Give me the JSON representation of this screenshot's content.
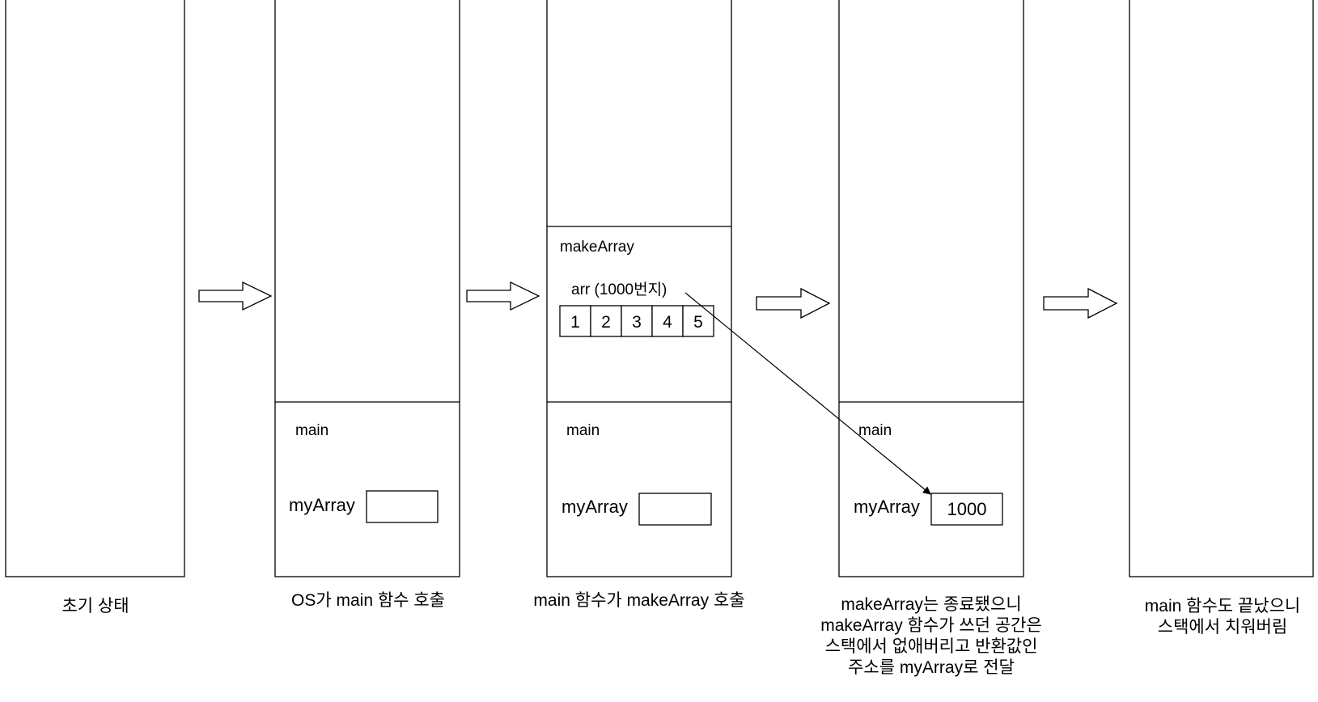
{
  "frames": {
    "make_array": "makeArray",
    "main": "main"
  },
  "arr_label": "arr (1000번지)",
  "array_values": [
    "1",
    "2",
    "3",
    "4",
    "5"
  ],
  "my_array_label": "myArray",
  "my_array_value": "1000",
  "captions": [
    [
      "초기 상태"
    ],
    [
      "OS가 main 함수 호출"
    ],
    [
      "main 함수가 makeArray 호출"
    ],
    [
      "makeArray는 종료됐으니",
      "makeArray 함수가 쓰던 공간은",
      "스택에서 없애버리고 반환값인",
      "주소를 myArray로 전달"
    ],
    [
      "main 함수도 끝났으니",
      "스택에서 치워버림"
    ]
  ]
}
